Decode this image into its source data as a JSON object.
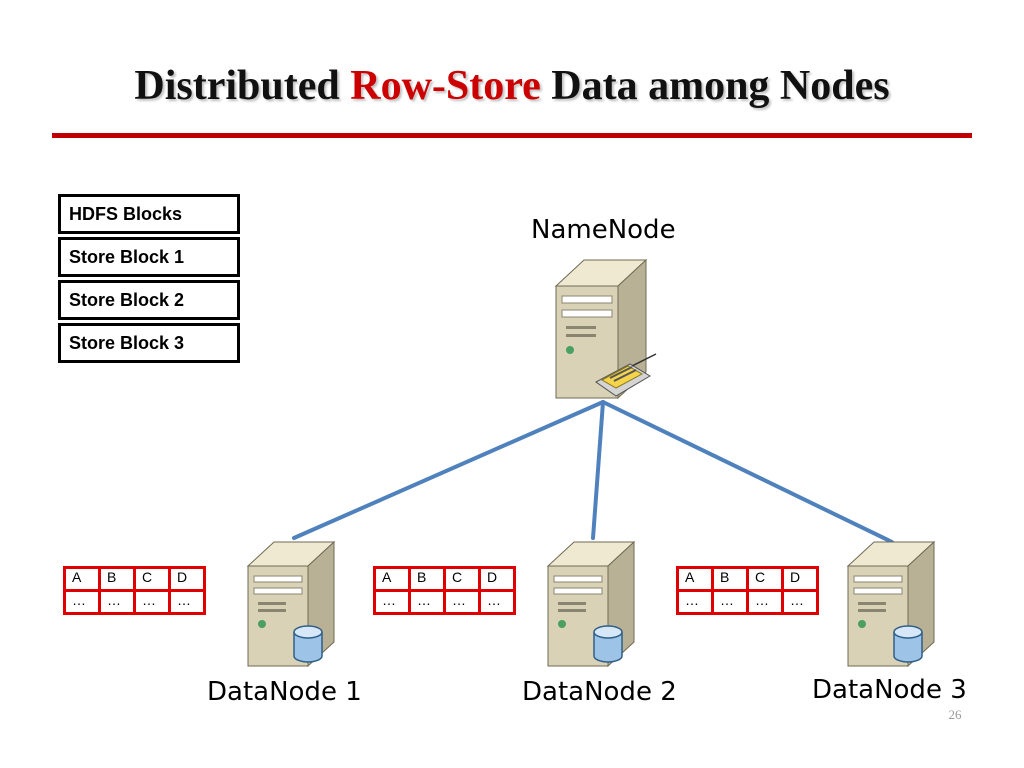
{
  "title": {
    "prefix": "Distributed ",
    "highlight": "Row-Store",
    "suffix": " Data among Nodes"
  },
  "colors": {
    "title_accent": "#cc0000",
    "title_rule": "#c00000",
    "table_border": "#e00000",
    "link_line": "#4f81bd",
    "server_body": "#d9d2b6"
  },
  "legend": {
    "items": [
      "HDFS Blocks",
      "Store Block 1",
      "Store Block 2",
      "Store Block 3"
    ]
  },
  "namenode": {
    "label": "NameNode",
    "icon": "server-with-scanner-icon"
  },
  "datanodes": [
    {
      "label": "DataNode 1",
      "icon": "server-with-database-icon",
      "table": {
        "header": [
          "A",
          "B",
          "C",
          "D"
        ],
        "row": [
          "…",
          "…",
          "…",
          "…"
        ]
      }
    },
    {
      "label": "DataNode 2",
      "icon": "server-with-database-icon",
      "table": {
        "header": [
          "A",
          "B",
          "C",
          "D"
        ],
        "row": [
          "…",
          "…",
          "…",
          "…"
        ]
      }
    },
    {
      "label": "DataNode 3",
      "icon": "server-with-database-icon",
      "table": {
        "header": [
          "A",
          "B",
          "C",
          "D"
        ],
        "row": [
          "…",
          "…",
          "…",
          "…"
        ]
      }
    }
  ],
  "page_number": "26"
}
